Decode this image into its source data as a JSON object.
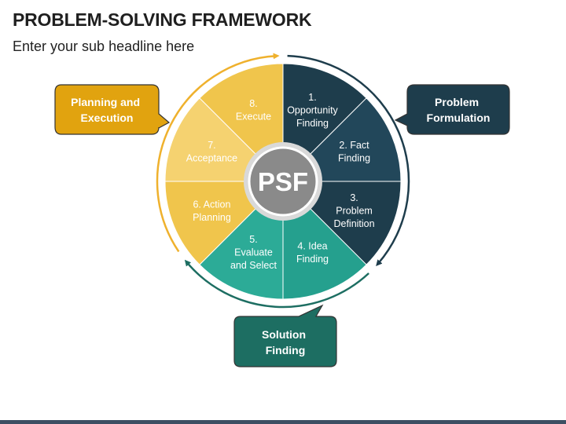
{
  "header": {
    "title": "PROBLEM-SOLVING FRAMEWORK",
    "subtitle": "Enter your sub headline here"
  },
  "center": {
    "label": "PSF"
  },
  "colors": {
    "formulation": "#1e3d4c",
    "solution": "#25a08e",
    "planning": "#f0c54c",
    "planning_light": "#f5d270",
    "center_fill": "#8a8a8a",
    "center_ring": "#d9d9d9",
    "arrow_orange": "#efb12d",
    "callout_planning": "#e1a30f",
    "callout_formulation": "#1e3d4c",
    "callout_solution": "#1d6e62"
  },
  "segments": [
    {
      "lines": [
        "1.",
        "Opportunity",
        "Finding"
      ],
      "group": "formulation"
    },
    {
      "lines": [
        "2. Fact",
        "Finding"
      ],
      "group": "formulation"
    },
    {
      "lines": [
        "3.",
        "Problem",
        "Definition"
      ],
      "group": "formulation"
    },
    {
      "lines": [
        "4. Idea",
        "Finding"
      ],
      "group": "solution"
    },
    {
      "lines": [
        "5.",
        "Evaluate",
        "and Select"
      ],
      "group": "solution"
    },
    {
      "lines": [
        "6. Action",
        "Planning"
      ],
      "group": "planning"
    },
    {
      "lines": [
        "7.",
        "Acceptance"
      ],
      "group": "planning"
    },
    {
      "lines": [
        "8.",
        "Execute"
      ],
      "group": "planning"
    }
  ],
  "callouts": {
    "planning": {
      "lines": [
        "Planning and",
        "Execution"
      ]
    },
    "formulation": {
      "lines": [
        "Problem",
        "Formulation"
      ]
    },
    "solution": {
      "lines": [
        "Solution",
        "Finding"
      ]
    }
  }
}
